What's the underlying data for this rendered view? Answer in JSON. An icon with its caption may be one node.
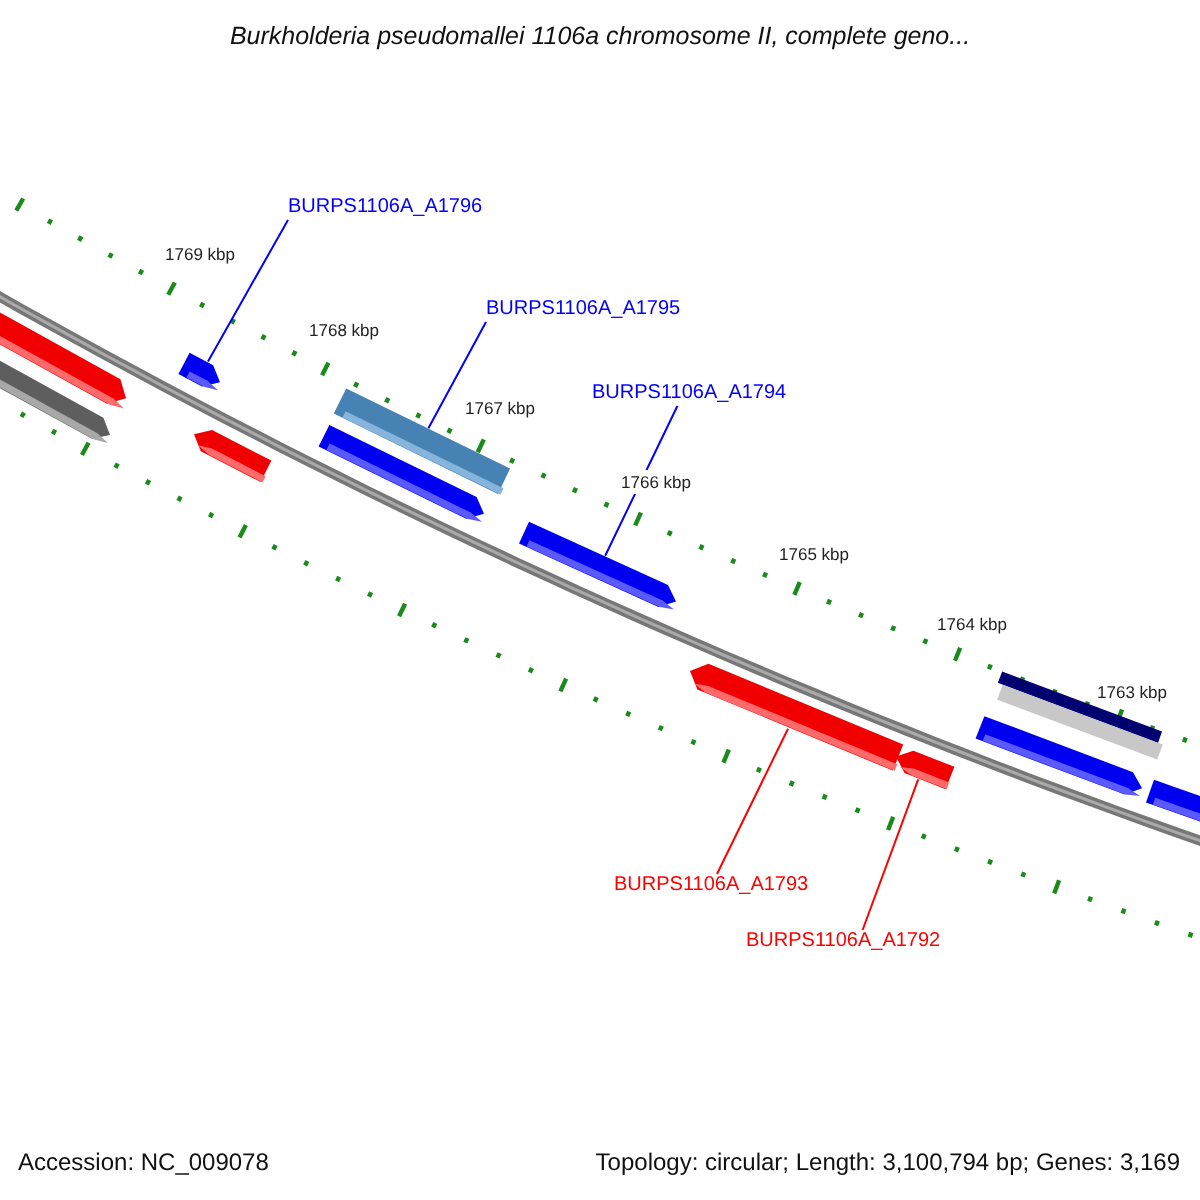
{
  "diagram": {
    "title": "Burkholderia pseudomallei 1106a chromosome II, complete geno...",
    "nodes": [
      {
        "text": [
          "BURPS1106A_A1796"
        ]
      },
      {
        "text": [
          "BURPS1106A_A1795"
        ]
      },
      {
        "text": [
          "BURPS1106A_A1794"
        ]
      },
      {
        "text": [
          "BURPS1106A_A1793"
        ]
      },
      {
        "text": [
          "BURPS1106A_A1792"
        ]
      },
      {
        "text": [],
        "shape": "bar"
      },
      {
        "text": [],
        "shape": "bar"
      },
      {
        "text": [],
        "shape": "bar"
      },
      {
        "text": [],
        "shape": "bar"
      },
      {
        "text": [],
        "shape": "bar"
      },
      {
        "text": [],
        "shape": "bar"
      },
      {
        "text": [],
        "shape": "bar"
      },
      {
        "text": [],
        "shape": "bar"
      },
      {
        "text": [],
        "shape": "bar"
      },
      {
        "text": [],
        "shape": "bar"
      },
      {
        "text": [],
        "shape": "bar"
      },
      {
        "text": [],
        "shape": "bar"
      }
    ],
    "edges": [
      {
        "from": 0,
        "to": 7,
        "arrow": "none"
      },
      {
        "from": 1,
        "to": 10,
        "arrow": "none"
      },
      {
        "from": 2,
        "to": 11,
        "arrow": "none"
      },
      {
        "from": 3,
        "to": 12,
        "arrow": "none",
        "color": "#ff0000"
      },
      {
        "from": 4,
        "to": 13,
        "arrow": "none",
        "color": "#ff0000"
      }
    ],
    "labels": [
      "1769 kbp",
      "1768 kbp",
      "1767 kbp",
      "1766 kbp",
      "1765 kbp",
      "1764 kbp",
      "1763 kbp",
      "Accession: NC_009078",
      "Topology: circular; Length: 3,100,794 bp; Genes: 3,169"
    ]
  }
}
